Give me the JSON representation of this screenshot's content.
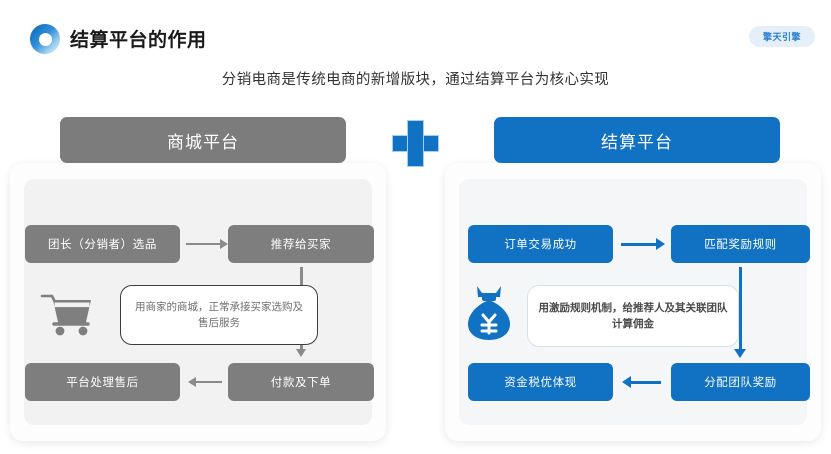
{
  "header": {
    "logo_icon": "gradient-ring-icon",
    "title": "结算平台的作用",
    "brand_badge": "擎天引擎",
    "subtitle": "分销电商是传统电商的新增版块，通过结算平台为核心实现"
  },
  "colors": {
    "gray": "#7e7e7e",
    "blue": "#1171c2",
    "panel_bg": "#fdfdfd",
    "inner_bg": "#f2f2f2",
    "badge_bg": "#e4effa",
    "text_dark": "#1a1a1a",
    "note_text": "#6f6f6f"
  },
  "center": {
    "plus_icon": "plus-icon"
  },
  "left_panel": {
    "header": "商城平台",
    "icon": "shopping-cart-icon",
    "note": "用商家的商城，正常承接买家选购及售后服务",
    "steps": [
      {
        "id": "step-1",
        "label": "团长（分销者）选品"
      },
      {
        "id": "step-2",
        "label": "推荐给买家"
      },
      {
        "id": "step-3",
        "label": "付款及下单"
      },
      {
        "id": "step-4",
        "label": "平台处理售后"
      }
    ]
  },
  "right_panel": {
    "header": "结算平台",
    "icon": "money-bag-yuan-icon",
    "note": "用激励规则机制，给推荐人及其关联团队计算佣金",
    "steps": [
      {
        "id": "step-1",
        "label": "订单交易成功"
      },
      {
        "id": "step-2",
        "label": "匹配奖励规则"
      },
      {
        "id": "step-3",
        "label": "分配团队奖励"
      },
      {
        "id": "step-4",
        "label": "资金税优体现"
      }
    ]
  }
}
